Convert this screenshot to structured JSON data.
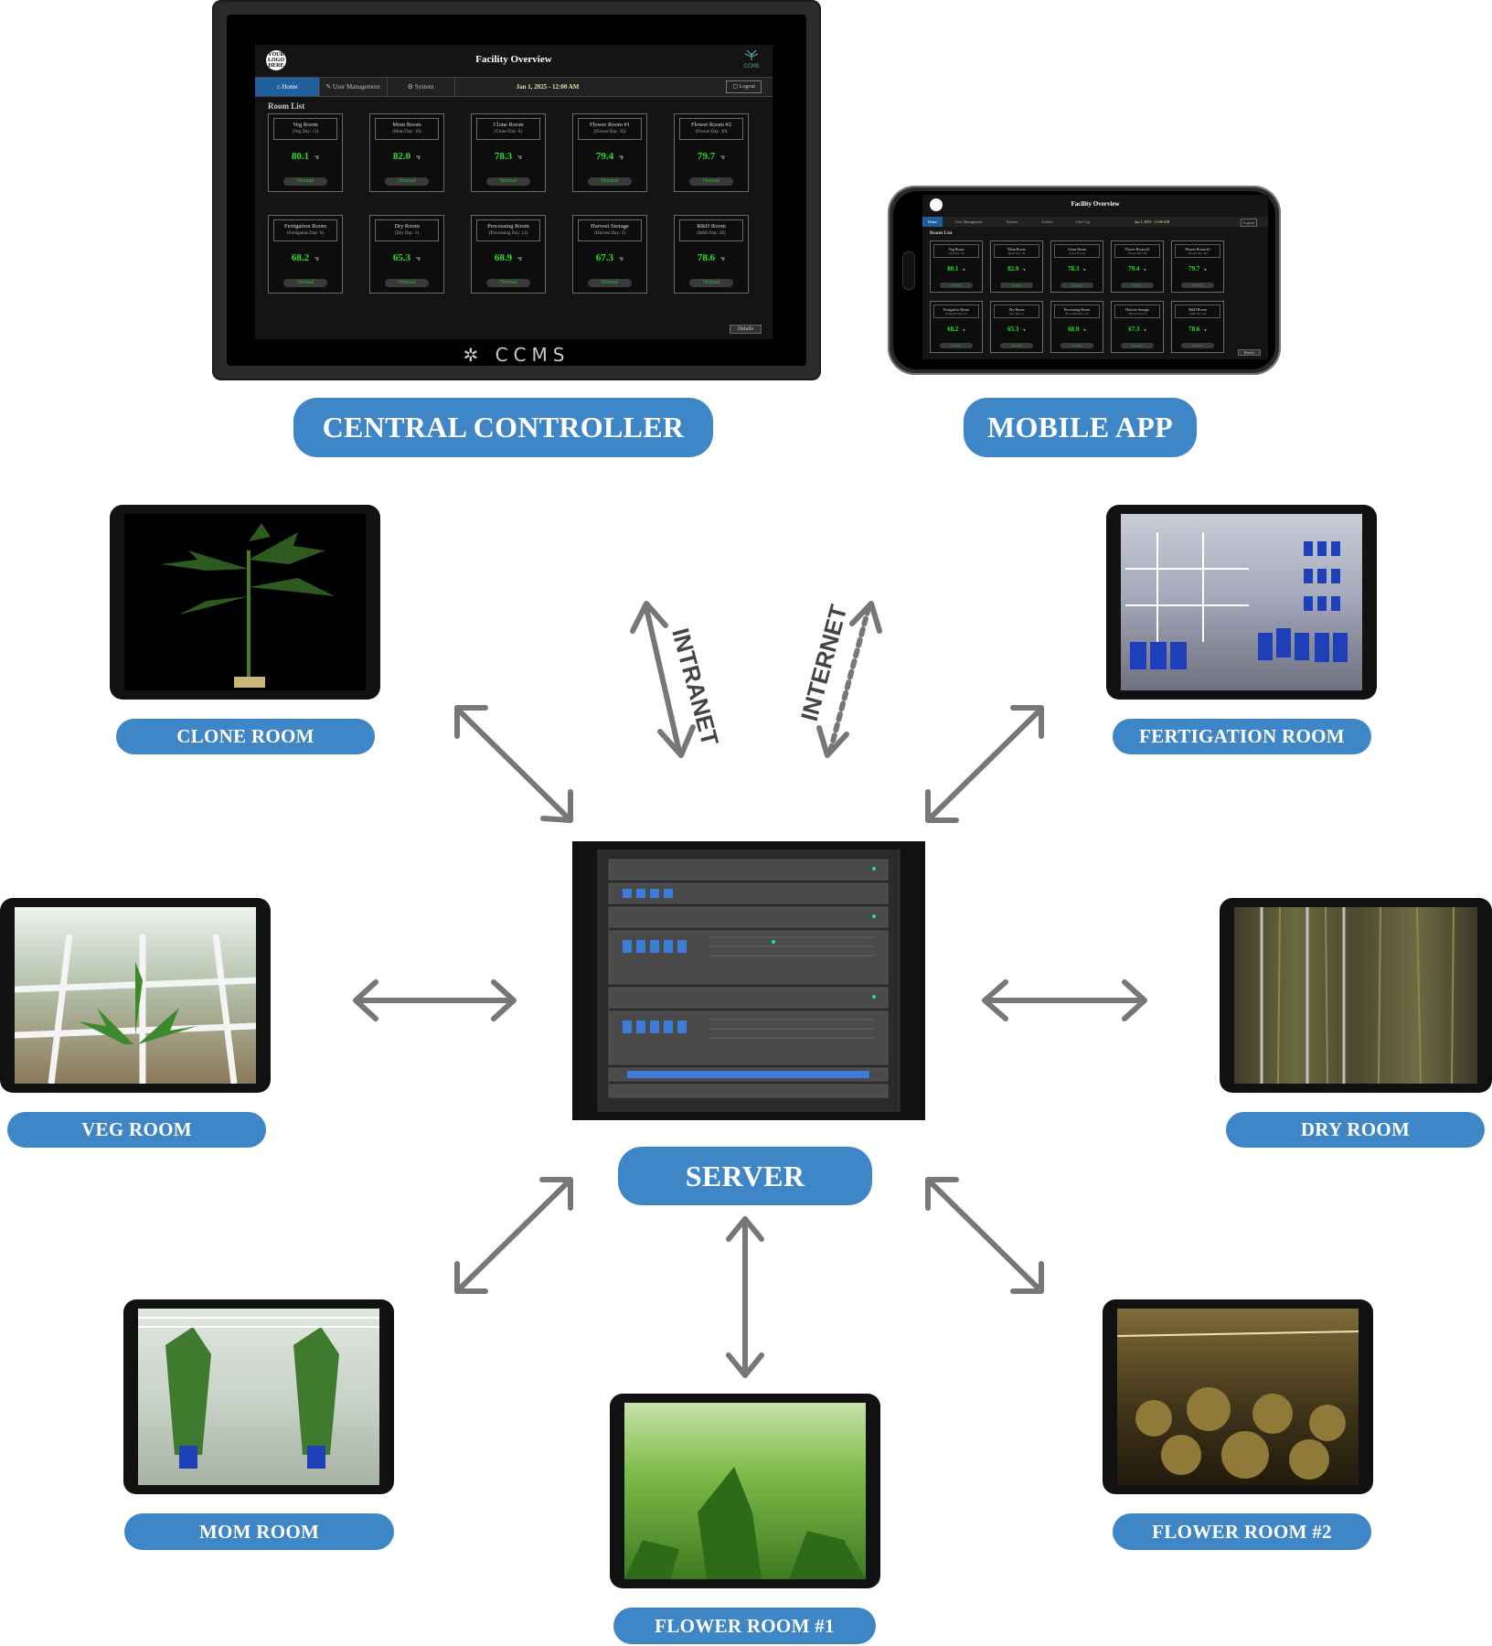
{
  "controller": {
    "header_title": "Facility Overview",
    "logo_text": "YOUR LOGO HERE",
    "brand_mark": "CCMS",
    "tabs": [
      {
        "icon": "home-icon",
        "label": "Home"
      },
      {
        "icon": "users-icon",
        "label": "User Management"
      },
      {
        "icon": "wrench-icon",
        "label": "System"
      }
    ],
    "datetime": "Jan 1, 2025 - 12:00 AM",
    "logout_label": "Logout",
    "room_list_title": "Room List",
    "details_label": "Details",
    "bottom_brand": "CCMS",
    "unit": "°F",
    "rooms": [
      {
        "name": "Veg Room",
        "sub": "(Veg Day: 15)",
        "temp": "80.1",
        "status": "Normal"
      },
      {
        "name": "Mom Room",
        "sub": "(Mom Day: 10)",
        "temp": "82.0",
        "status": "Normal"
      },
      {
        "name": "Clone Room",
        "sub": "(Clone Day: 8)",
        "temp": "78.3",
        "status": "Normal"
      },
      {
        "name": "Flower Room #1",
        "sub": "(Flower Day: 30)",
        "temp": "79.4",
        "status": "Normal"
      },
      {
        "name": "Flower Room #2",
        "sub": "(Flower Day: 30)",
        "temp": "79.7",
        "status": "Normal"
      },
      {
        "name": "Fertigation Room",
        "sub": "(Fertigation Day: 6)",
        "temp": "68.2",
        "status": "Normal"
      },
      {
        "name": "Dry Room",
        "sub": "(Dry Day: 1)",
        "temp": "65.3",
        "status": "Normal"
      },
      {
        "name": "Processing Room",
        "sub": "(Processing Day: 12)",
        "temp": "68.9",
        "status": "Normal"
      },
      {
        "name": "Harvest Storage",
        "sub": "(Harvest Day: 2)",
        "temp": "67.3",
        "status": "Normal"
      },
      {
        "name": "R&D Room",
        "sub": "(R&D Day: 20)",
        "temp": "78.6",
        "status": "Normal"
      }
    ]
  },
  "phone": {
    "header_title": "Facility Overview",
    "tabs": [
      "Home",
      "User Management",
      "System",
      "Archive",
      "User Log"
    ],
    "datetime": "Jan 1, 2025 - 12:00 AM",
    "logout_label": "Logout",
    "room_list_title": "Room List",
    "details_label": "Details",
    "unit": "°F",
    "temps": [
      "80.1",
      "82.0",
      "78.3",
      "79.4",
      "79.7",
      "68.2",
      "65.3",
      "68.9",
      "67.3",
      "78.6"
    ]
  },
  "labels": {
    "central_controller": "CENTRAL CONTROLLER",
    "mobile_app": "MOBILE APP",
    "intranet": "INTRANET",
    "internet": "INTERNET",
    "server": "SERVER",
    "clone_room": "CLONE ROOM",
    "fertigation_room": "FERTIGATION ROOM",
    "veg_room": "VEG ROOM",
    "dry_room": "DRY ROOM",
    "mom_room": "MOM ROOM",
    "flower_room_1": "FLOWER ROOM #1",
    "flower_room_2": "FLOWER ROOM #2"
  },
  "colors": {
    "pill": "#3f86c6",
    "arrow": "#777777",
    "temp_green": "#28e028",
    "active_tab": "#1f5f9e"
  }
}
